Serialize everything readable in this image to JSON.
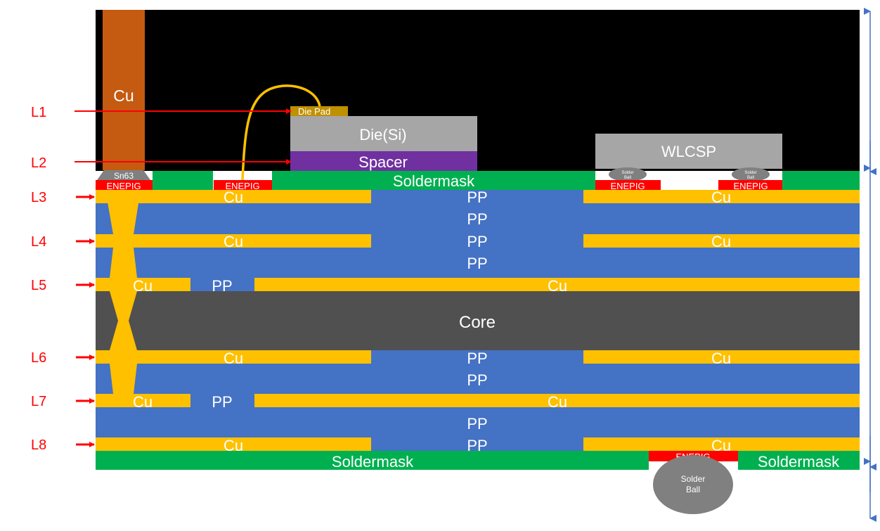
{
  "layer_labels": {
    "l1": "L1",
    "l2": "L2",
    "l3": "L3",
    "l4": "L4",
    "l5": "L5",
    "l6": "L6",
    "l7": "L7",
    "l8": "L8"
  },
  "labels": {
    "copper_pillar": "Cu",
    "sn63": "Sn63",
    "enepig": "ENEPIG",
    "die_pad": "Die Pad",
    "die": "Die(Si)",
    "spacer": "Spacer",
    "wlcsp": "WLCSP",
    "soldermask": "Soldermask",
    "cu": "Cu",
    "pp": "PP",
    "core": "Core",
    "solder_ball_line1": "Solder",
    "solder_ball_line2": "Ball",
    "mini_solder_line1": "Solder",
    "mini_solder_line2": "Ball"
  },
  "colors": {
    "background": "#000000",
    "copper_pillar": "#C55A11",
    "copper": "#FFC000",
    "prepreg": "#4472C4",
    "core": "#505050",
    "soldermask": "#00B050",
    "enepig": "#FF0000",
    "die": "#A6A6A6",
    "spacer": "#7030A0",
    "die_pad": "#BF9000",
    "solder": "#808080",
    "wire": "#FFC000",
    "arrow": "#FF0000",
    "dimension": "#4472C4"
  }
}
